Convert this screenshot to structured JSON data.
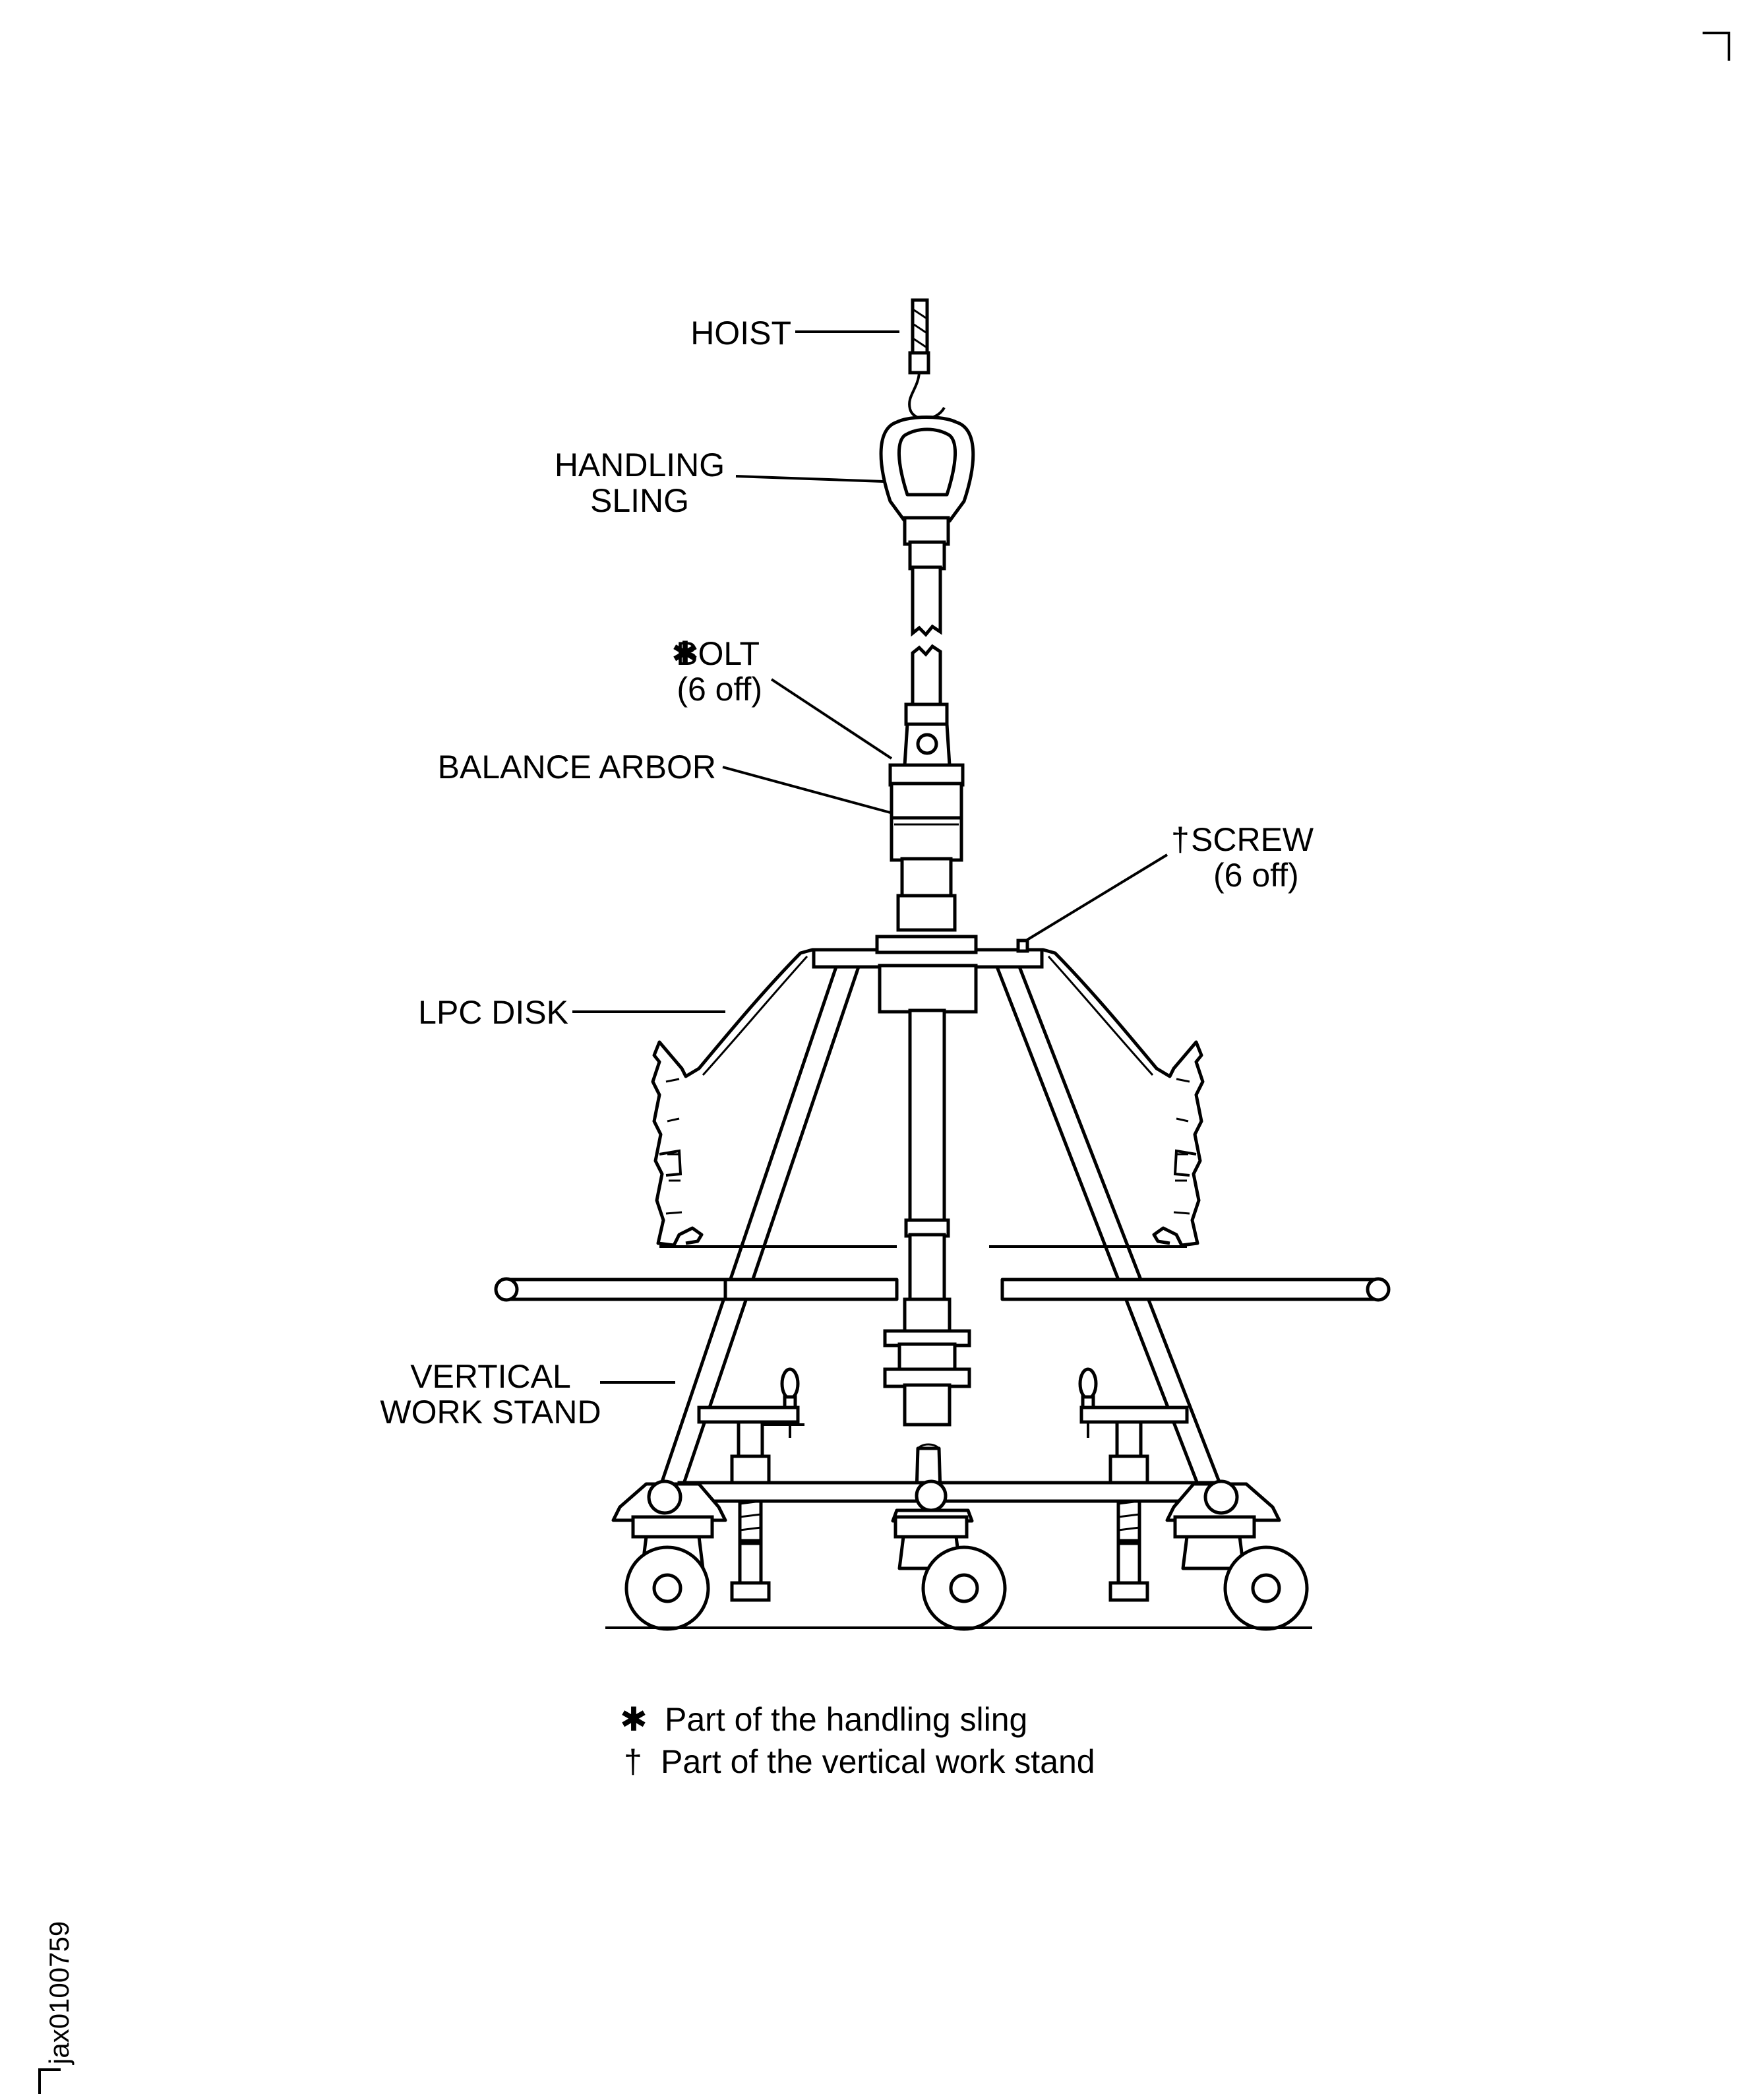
{
  "figure_id": "jax0100759",
  "labels": {
    "hoist": "HOIST",
    "handling_sling_1": "HANDLING",
    "handling_sling_2": "SLING",
    "bolt_mark": "✱",
    "bolt_1": "BOLT",
    "bolt_2": "(6 off)",
    "balance_arbor": "BALANCE ARBOR",
    "screw_mark": "†",
    "screw_1": "SCREW",
    "screw_2": "(6 off)",
    "lpc_disk": "LPC DISK",
    "vertical_work_stand_1": "VERTICAL",
    "vertical_work_stand_2": "WORK STAND"
  },
  "legend": [
    {
      "mark": "✱",
      "text": "Part of the handling sling"
    },
    {
      "mark": "†",
      "text": "Part of the vertical work stand"
    }
  ]
}
